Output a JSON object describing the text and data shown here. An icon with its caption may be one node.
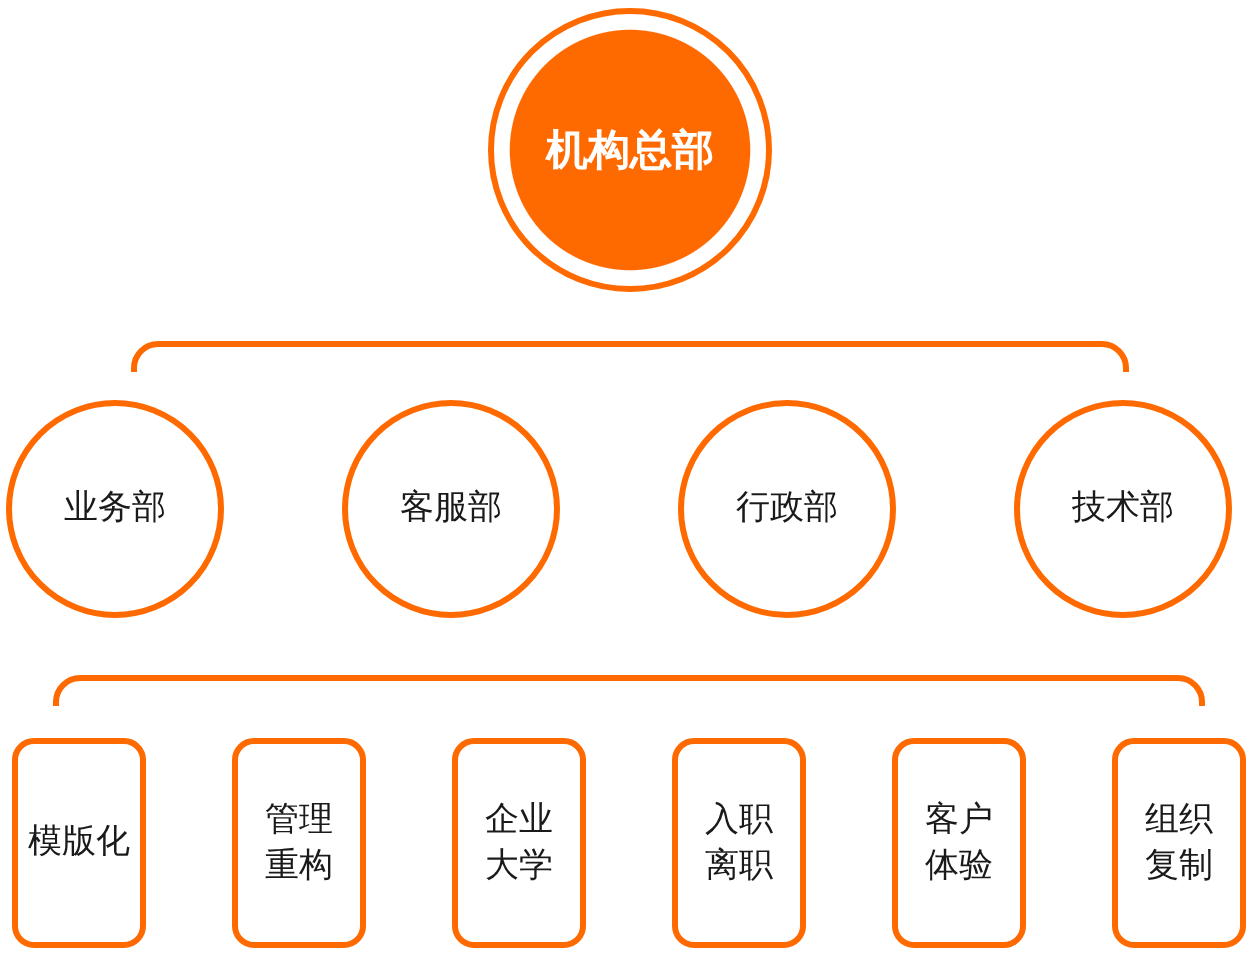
{
  "diagram": {
    "nodes": [
      {
        "text": [
          "机构总部"
        ]
      },
      {
        "text": [
          "业务部"
        ]
      },
      {
        "text": [
          "客服部"
        ]
      },
      {
        "text": [
          "行政部"
        ]
      },
      {
        "text": [
          "技术部"
        ]
      },
      {
        "text": [
          "模版化"
        ]
      },
      {
        "text": [
          "管理重构"
        ]
      },
      {
        "text": [
          "企业大学"
        ]
      },
      {
        "text": [
          "入职离职"
        ]
      },
      {
        "text": [
          "客户体验"
        ]
      },
      {
        "text": [
          "组织复制"
        ]
      }
    ]
  }
}
